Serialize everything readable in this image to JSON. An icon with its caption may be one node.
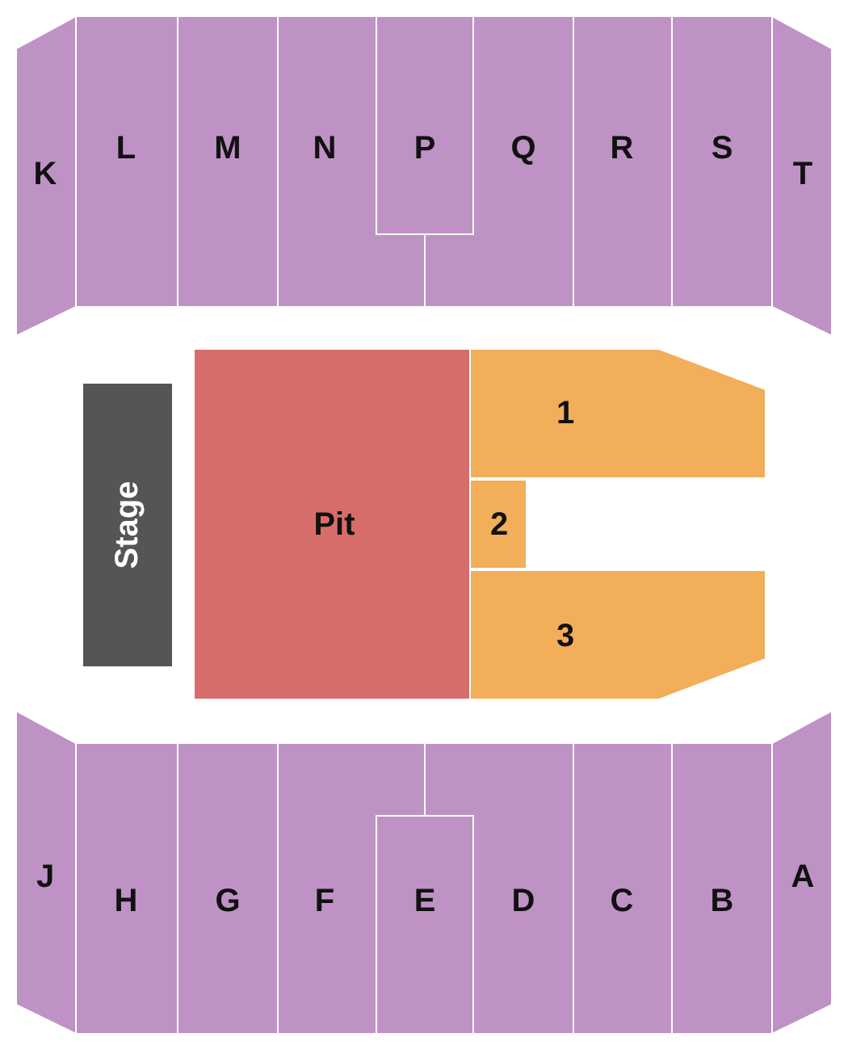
{
  "diagram": {
    "nodes": [
      {
        "text": [
          "K"
        ]
      },
      {
        "text": [
          "L"
        ]
      },
      {
        "text": [
          "M"
        ]
      },
      {
        "text": [
          "N"
        ]
      },
      {
        "text": [
          "P"
        ]
      },
      {
        "text": [
          "Q"
        ]
      },
      {
        "text": [
          "R"
        ]
      },
      {
        "text": [
          "S"
        ]
      },
      {
        "text": [
          "T"
        ]
      },
      {
        "text": [
          "Stage"
        ]
      },
      {
        "text": [
          "Pit"
        ]
      },
      {
        "text": [
          "1"
        ]
      },
      {
        "text": [
          "2"
        ]
      },
      {
        "text": [
          "3"
        ]
      },
      {
        "text": [
          "J"
        ]
      },
      {
        "text": [
          "H"
        ]
      },
      {
        "text": [
          "G"
        ]
      },
      {
        "text": [
          "F"
        ]
      },
      {
        "text": [
          "E"
        ]
      },
      {
        "text": [
          "D"
        ]
      },
      {
        "text": [
          "C"
        ]
      },
      {
        "text": [
          "B"
        ]
      },
      {
        "text": [
          "A"
        ]
      }
    ],
    "edges": []
  }
}
